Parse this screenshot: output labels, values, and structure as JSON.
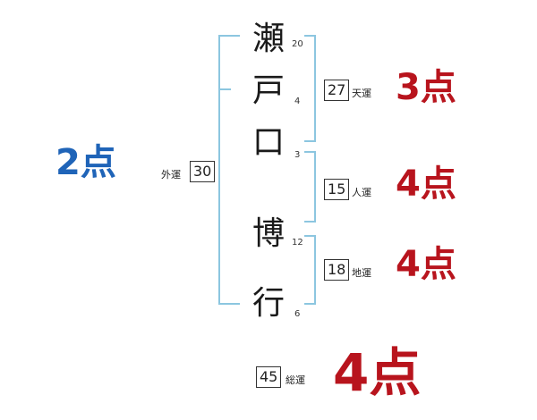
{
  "characters": [
    {
      "char": "瀬",
      "strokes": "20"
    },
    {
      "char": "戸",
      "strokes": "4"
    },
    {
      "char": "口",
      "strokes": "3"
    },
    {
      "char": "博",
      "strokes": "12"
    },
    {
      "char": "行",
      "strokes": "6"
    }
  ],
  "fortunes": {
    "gaiun": {
      "label": "外運",
      "value": "30",
      "score": "2点"
    },
    "tenun": {
      "label": "天運",
      "value": "27",
      "score": "3点"
    },
    "jinun": {
      "label": "人運",
      "value": "15",
      "score": "4点"
    },
    "chiun": {
      "label": "地運",
      "value": "18",
      "score": "4点"
    },
    "souun": {
      "label": "総運",
      "value": "45",
      "score": "4点"
    }
  },
  "colors": {
    "bracket": "#8cc6e0",
    "score_red": "#b8141d",
    "score_blue": "#1f64b8"
  }
}
